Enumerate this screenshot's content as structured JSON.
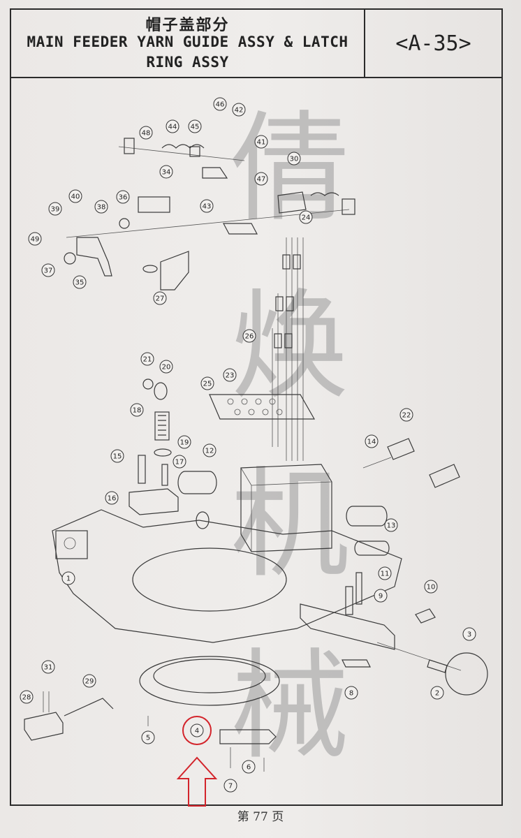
{
  "header": {
    "title_cn": "帽子盖部分",
    "title_en": "MAIN FEEDER YARN GUIDE ASSY & LATCH RING ASSY",
    "page_code": "<A-35>"
  },
  "watermark": {
    "chars": [
      "倩",
      "焕",
      "机",
      "械"
    ],
    "color": "#9a9a9a"
  },
  "highlight": {
    "part_number": "4",
    "color": "#d3242b",
    "shape": "circle-with-up-arrow"
  },
  "callouts": [
    "1",
    "2",
    "3",
    "4",
    "5",
    "6",
    "7",
    "8",
    "9",
    "10",
    "11",
    "12",
    "13",
    "14",
    "15",
    "16",
    "17",
    "18",
    "19",
    "20",
    "21",
    "22",
    "23",
    "24",
    "25",
    "26",
    "27",
    "28",
    "29",
    "30",
    "31",
    "34",
    "35",
    "36",
    "37",
    "38",
    "39",
    "40",
    "41",
    "42",
    "43",
    "44",
    "45",
    "46",
    "47",
    "48",
    "49"
  ],
  "footer": {
    "page_label": "第 77 页"
  }
}
